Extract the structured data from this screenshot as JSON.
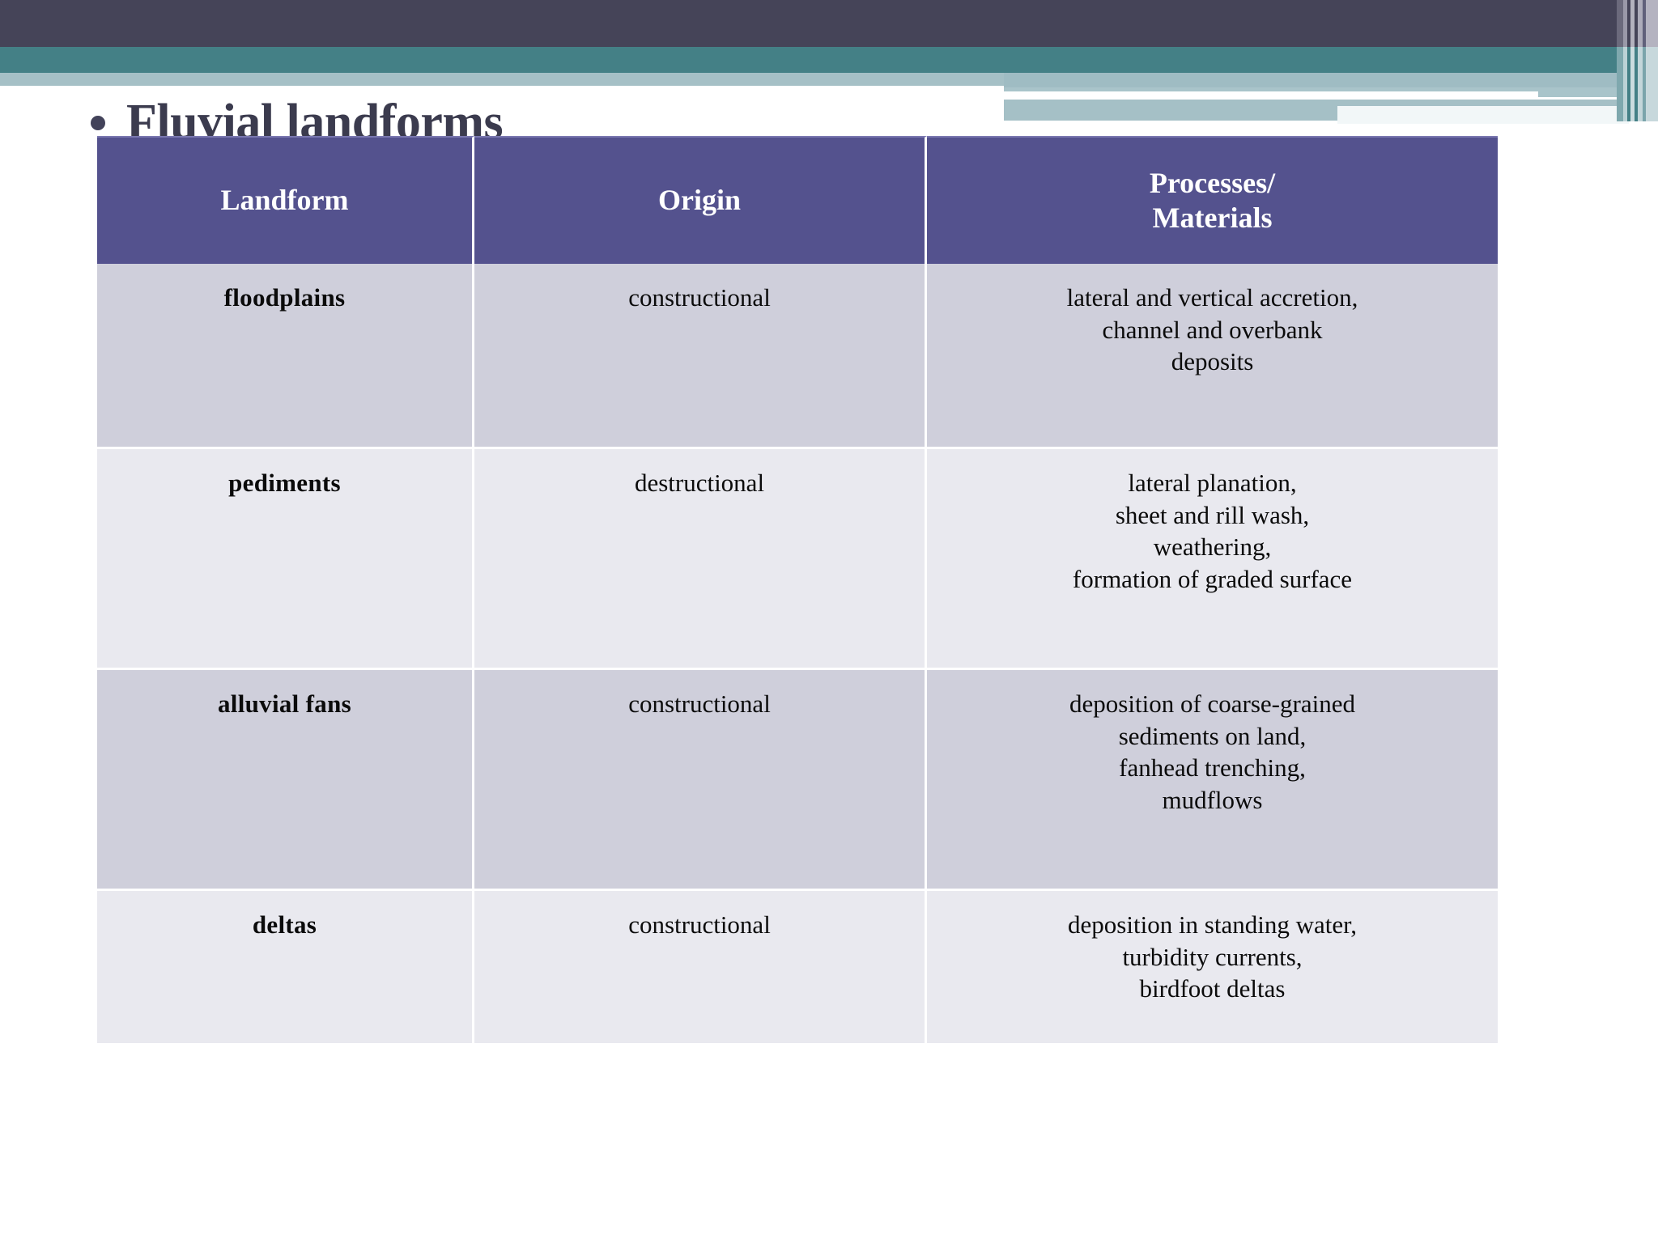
{
  "slide": {
    "title": "Fluvial landforms",
    "bullet_glyph": "bullet-dot"
  },
  "theme": {
    "banner_dark": "#454458",
    "banner_teal": "#448086",
    "banner_light": "#A5C0C6",
    "table_header_bg": "#54528E",
    "row_band_dark": "#CFCFDB",
    "row_band_light": "#E9E9EF",
    "landform_accent": "#A0429C",
    "title_color": "#3B3B4E",
    "body_text": "#0B0B0B"
  },
  "table": {
    "columns": [
      "Landform",
      "Origin",
      "Processes/\nMaterials"
    ],
    "rows": [
      {
        "landform": "floodplains",
        "origin": "constructional",
        "processes": "lateral and vertical accretion,\nchannel and overbank\ndeposits"
      },
      {
        "landform": "pediments",
        "origin": "destructional",
        "processes": "lateral planation,\nsheet and rill wash,\nweathering,\nformation of graded surface"
      },
      {
        "landform": "alluvial fans",
        "origin": "constructional",
        "processes": "deposition of coarse-grained\nsediments on land,\nfanhead trenching,\nmudflows"
      },
      {
        "landform": "deltas",
        "origin": "constructional",
        "processes": "deposition in standing water,\nturbidity currents,\nbirdfoot deltas"
      }
    ]
  }
}
